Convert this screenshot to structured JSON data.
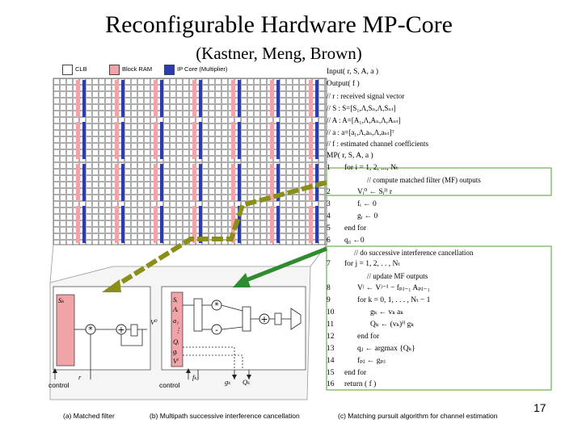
{
  "title": "Reconfigurable Hardware MP-Core",
  "subtitle": "(Kastner, Meng, Brown)",
  "legend": [
    {
      "label": "CLB",
      "color": "#ffffff"
    },
    {
      "label": "Block RAM",
      "color": "#f0a4a8"
    },
    {
      "label": "IP Core (Multiplier)",
      "color": "#2a3cb0"
    }
  ],
  "algorithm": [
    {
      "num": "",
      "text": "Input( r, S, A, a )"
    },
    {
      "num": "",
      "text": "Output( f )"
    },
    {
      "num": "",
      "text": "// r : received signal vector"
    },
    {
      "num": "",
      "text": "// S : S=[S₁,Λ,Sₙ,Λ,Sₙₜ]"
    },
    {
      "num": "",
      "text": "// A : A=[A₁,Λ,Aₙ,Λ,Aₙₜ]"
    },
    {
      "num": "",
      "text": "// a : a=[a₁,Λ,aₙ,Λ,aₙₜ]ᵀ"
    },
    {
      "num": "",
      "text": "// f : estimated channel coefficients"
    },
    {
      "num": "",
      "text": "MP( r, S, A, a )"
    },
    {
      "num": "1",
      "text": "for i = 1, 2, ..., Nₜ"
    },
    {
      "num": "",
      "text": "// compute matched filter (MF) outputs"
    },
    {
      "num": "2",
      "text": "Vᵢ⁰ ← Sᵢᴴ r"
    },
    {
      "num": "3",
      "text": "fᵢ ← 0"
    },
    {
      "num": "4",
      "text": "gᵢ ← 0"
    },
    {
      "num": "5",
      "text": "end for"
    },
    {
      "num": "6",
      "text": "q₀ ←0"
    },
    {
      "num": "",
      "text": "// do successive interference cancellation"
    },
    {
      "num": "7",
      "text": "for j = 1, 2, . . , Nₜ"
    },
    {
      "num": "",
      "text": "// update MF outputs"
    },
    {
      "num": "8",
      "text": "Vʲ ← Vʲ⁻¹ − fₚⱼ₋₁ Aₚⱼ₋₁"
    },
    {
      "num": "9",
      "text": "for k = 0, 1, . . . , Nₜ − 1"
    },
    {
      "num": "10",
      "text": "gₖ ← vₖ aₖ"
    },
    {
      "num": "11",
      "text": "Qₖ ← (vₖ)ᴴ gₖ"
    },
    {
      "num": "12",
      "text": "end for"
    },
    {
      "num": "13",
      "text": "qⱼ ← argmax {Qₖ}"
    },
    {
      "num": "14",
      "text": "fₚⱼ ← gₚⱼ"
    },
    {
      "num": "15",
      "text": "end for"
    },
    {
      "num": "16",
      "text": "return ( f )"
    }
  ],
  "block_labels": {
    "sk": "Sₖ",
    "vo": "V⁰",
    "r": "r",
    "si": "Sᵢ",
    "ai": "Aᵢ",
    "a1": "a₁",
    "dots": "⋮",
    "qi": "Qᵢ",
    "gi": "gᵢ",
    "vi": "Vⁱ",
    "f": "fₖⱼ",
    "g": "gₖ",
    "q": "Qₖ",
    "control1": "control",
    "control2": "control"
  },
  "captions": [
    "(a) Matched filter",
    "(b) Multipath successive interference cancellation",
    "(c) Matching pursuit algorithm for channel estimation"
  ],
  "page_number": "17",
  "colors": {
    "arrow_olive": "#8a8f1a",
    "arrow_green": "#2e8b2e",
    "box_green": "#7ab55c",
    "bram": "#f0a4a8",
    "multiplier": "#2a3cb0"
  }
}
